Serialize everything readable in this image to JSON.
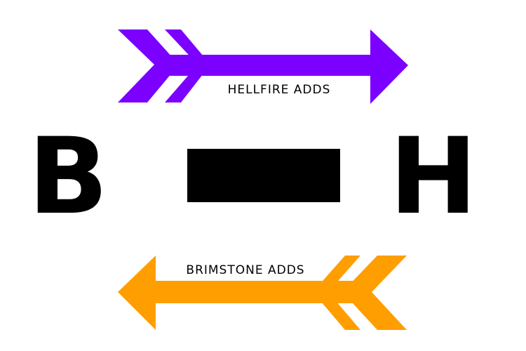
{
  "colors": {
    "hellfire": "#7B00FF",
    "brimstone": "#FF9E00",
    "ink": "#000000"
  },
  "top_arrow": {
    "label": "HELLFIRE ADDS",
    "direction": "right"
  },
  "bottom_arrow": {
    "label": "BRIMSTONE ADDS",
    "direction": "left"
  },
  "letters": {
    "left": "B",
    "right": "H"
  },
  "center_block": {
    "label": ""
  }
}
